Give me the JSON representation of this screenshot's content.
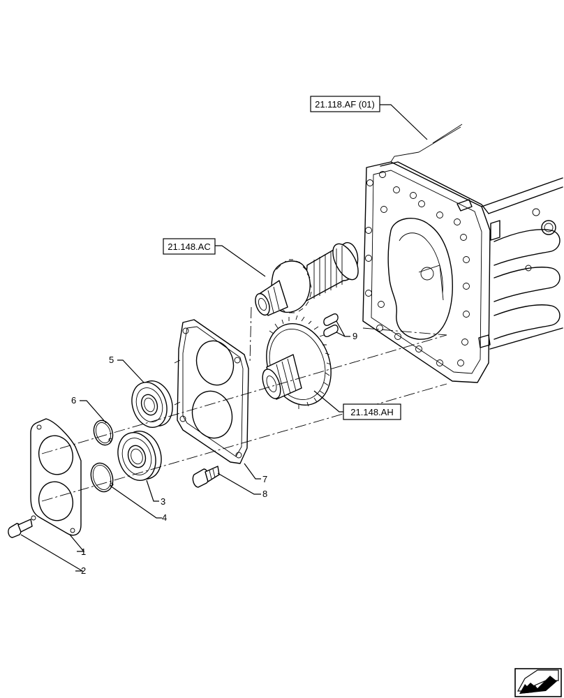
{
  "references": {
    "housing": "21.118.AF (01)",
    "shaft": "21.148.AC",
    "gear": "21.148.AH"
  },
  "callouts": [
    "1",
    "2",
    "3",
    "4",
    "5",
    "6",
    "7",
    "8",
    "9"
  ],
  "icons": {
    "nav": "next-page-arrow-icon"
  }
}
